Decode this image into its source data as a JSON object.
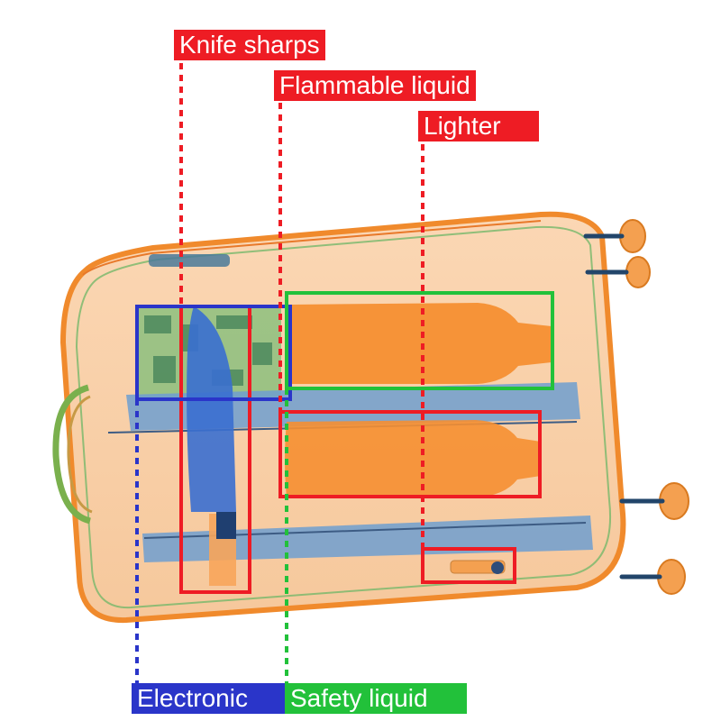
{
  "image": {
    "subject": "X-ray scan of a luggage suitcase",
    "palette": {
      "organic": "#f7953e",
      "metal": "#3a6fd0",
      "rail": "#6f9fd0"
    }
  },
  "detections": [
    {
      "label": "Knife sharps",
      "category": "threat",
      "color": "#ee1c24"
    },
    {
      "label": "Flammable liquid",
      "category": "threat",
      "color": "#ee1c24"
    },
    {
      "label": "Lighter",
      "category": "threat",
      "color": "#ee1c24"
    },
    {
      "label": "Electronic",
      "category": "safe",
      "color": "#2a35c9"
    },
    {
      "label": "Safety liquid",
      "category": "safe",
      "color": "#22c13a"
    }
  ]
}
